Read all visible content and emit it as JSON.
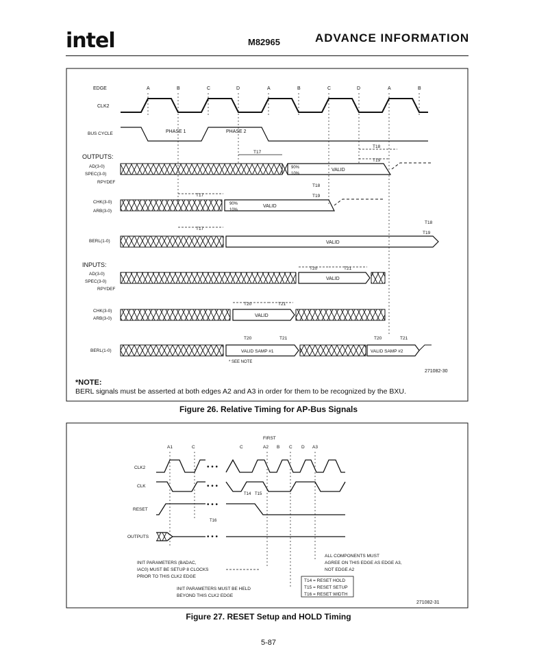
{
  "header": {
    "logo": "intel",
    "part_number": "M82965",
    "banner": "ADVANCE INFORMATION"
  },
  "figure26": {
    "caption": "Figure 26. Relative Timing for AP-Bus Signals",
    "edge_label": "EDGE",
    "edges": [
      "A",
      "B",
      "C",
      "D",
      "A",
      "B",
      "C",
      "D",
      "A",
      "B"
    ],
    "clk2_label": "CLK2",
    "bus_cycle_label": "BUS CYCLE",
    "phase1": "PHASE 1",
    "phase2": "PHASE 2",
    "outputs_label": "OUTPUTS:",
    "out_sig1": "AD(3-0)",
    "out_sig2": "SPEC(3-0)",
    "out_sig3": "RPYDEF",
    "chk_sig": "CHK(3-0)",
    "arb_sig": "ARB(3-0)",
    "berl_sig": "BERL(1-0)",
    "inputs_label": "INPUTS:",
    "in_sig1": "AD(3-0)",
    "in_sig2": "SPEC(3-0)",
    "in_sig3": "RPYDEF",
    "in_chk": "CHK(3-0)",
    "in_arb": "ARB(3-0)",
    "in_berl": "BERL(1-0)",
    "valid": "VALID",
    "pct90": "90%",
    "pct10": "10%",
    "t17": "T17",
    "t18": "T18",
    "t19": "T19",
    "t20": "T20",
    "t21": "T21",
    "samp1": "VALID SAMP #1",
    "samp2": "VALID SAMP #2",
    "see_note": "* SEE NOTE",
    "fig_id": "271082-30",
    "note_title": "*NOTE:",
    "note_body": "BERL signals must be asserted at both edges A2 and A3 in order for them to be recognized by the BXU."
  },
  "figure27": {
    "caption": "Figure 27. RESET Setup and HOLD Timing",
    "first": "FIRST",
    "edges": [
      "A1",
      "C",
      "C",
      "A2",
      "B",
      "C",
      "D",
      "A3"
    ],
    "clk2": "CLK2",
    "clk": "CLK",
    "reset": "RESET",
    "outputs": "OUTPUTS",
    "t14": "T14",
    "t15": "T15",
    "t16": "T16",
    "init_note": [
      "INIT PARAMETERS (BADAC,",
      "IAC0) MUST BE SETUP 8 CLOCKS",
      "PRIOR TO THIS CLK2 EDGE"
    ],
    "hold_note": [
      "INIT PARAMETERS MUST BE HELD",
      "BEYOND THIS CLK2 EDGE"
    ],
    "agree_note": [
      "ALL COMPONENTS MUST",
      "AGREE ON THIS EDGE AS EDGE A3,",
      "NOT EDGE A2"
    ],
    "legend": [
      "T14 = RESET HOLD",
      "T15 = RESET SETUP",
      "T16 = RESET WIDTH"
    ],
    "fig_id": "271082-31"
  },
  "footer": {
    "page": "5-87"
  }
}
